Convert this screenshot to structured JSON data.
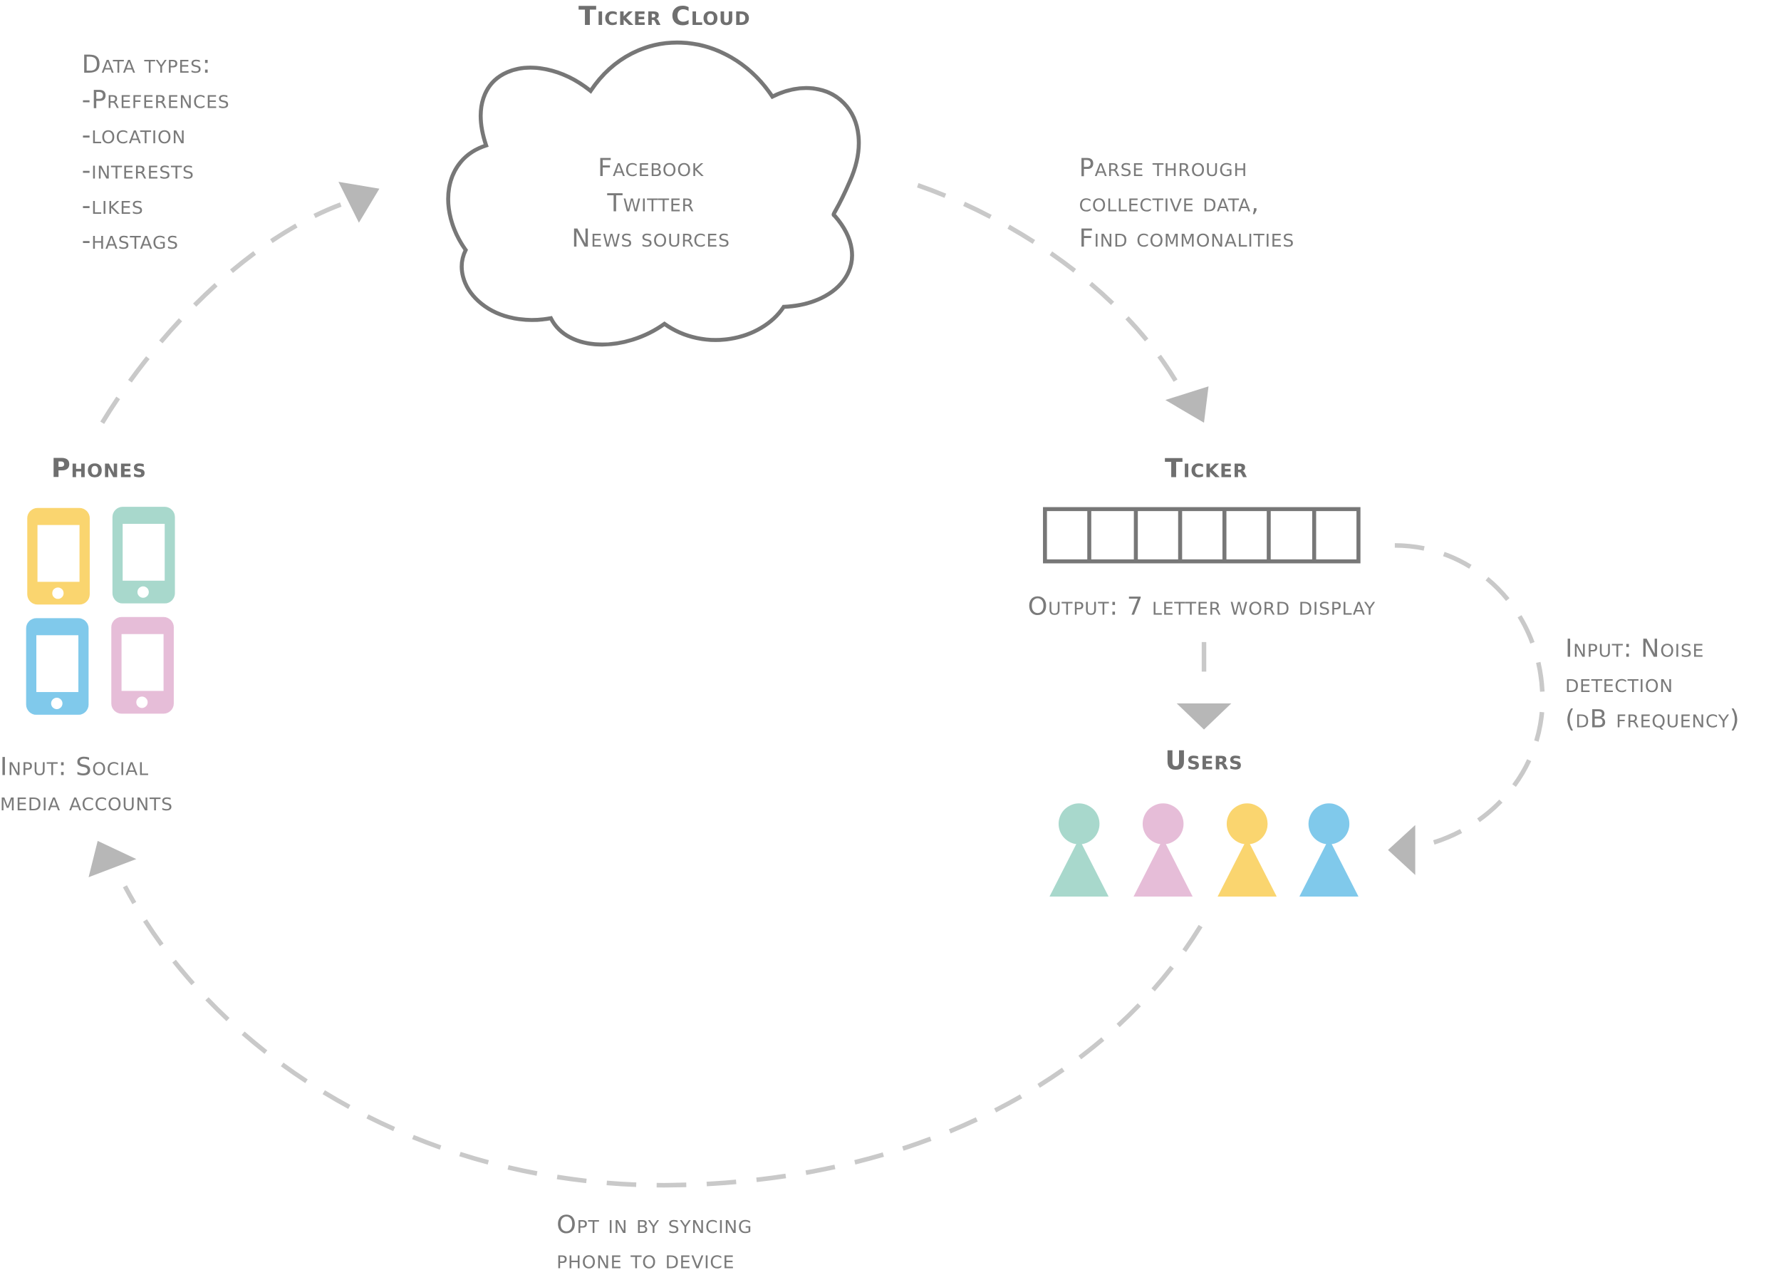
{
  "cloud": {
    "title": "Ticker Cloud",
    "sources": [
      "Facebook",
      "Twitter",
      "News sources"
    ]
  },
  "data_types": {
    "heading": "Data types:",
    "items": [
      "-Preferences",
      "-location",
      "-interests",
      "-likes",
      "-hastags"
    ]
  },
  "parse_note": [
    "Parse through",
    "collective data,",
    "Find commonalities"
  ],
  "phones": {
    "title": "Phones",
    "colors": [
      "#fad56f",
      "#a8d8cc",
      "#80c9eb",
      "#e6bdd8"
    ],
    "caption": [
      "Input: Social",
      "media accounts"
    ]
  },
  "ticker": {
    "title": "Ticker",
    "cells": 7,
    "caption": "Output: 7 letter word display"
  },
  "noise_note": [
    "Input: Noise",
    "detection",
    "(dB frequency)"
  ],
  "users": {
    "title": "Users",
    "colors": [
      "#a8d8cc",
      "#e6bdd8",
      "#fad56f",
      "#80c9eb"
    ]
  },
  "sync_note": [
    "Opt in by syncing",
    "phone to device"
  ]
}
